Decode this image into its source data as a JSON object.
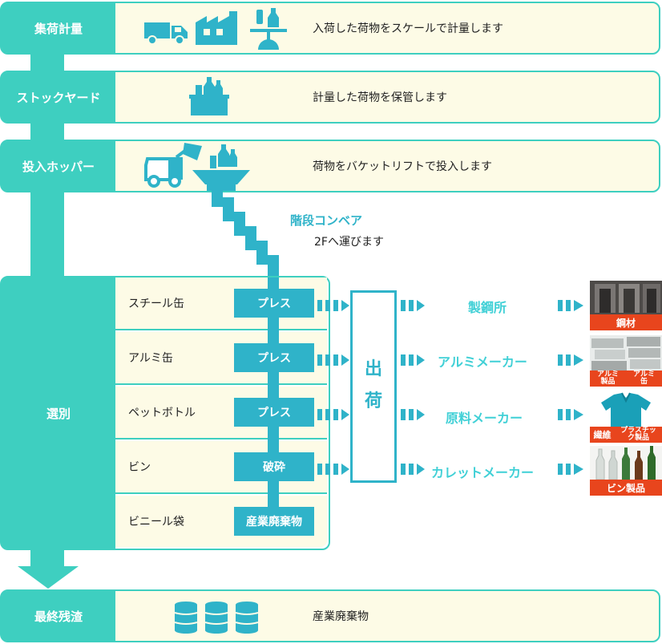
{
  "stages": [
    {
      "label": "集荷計量",
      "desc": "入荷した荷物をスケールで計量します"
    },
    {
      "label": "ストックヤード",
      "desc": "計量した荷物を保管します"
    },
    {
      "label": "投入ホッパー",
      "desc": "荷物をバケットリフトで投入します"
    }
  ],
  "conveyor": {
    "title": "階段コンベア",
    "subtitle": "2Fへ運びます"
  },
  "sorting": {
    "label": "選別",
    "rows": [
      {
        "material": "スチール缶",
        "process": "プレス"
      },
      {
        "material": "アルミ缶",
        "process": "プレス"
      },
      {
        "material": "ペットボトル",
        "process": "プレス"
      },
      {
        "material": "ビン",
        "process": "破砕"
      },
      {
        "material": "ビニール袋",
        "process": "産業廃棄物"
      }
    ]
  },
  "shipping": {
    "label_top": "出",
    "label_bottom": "荷"
  },
  "destinations": [
    "製鋼所",
    "アルミメーカー",
    "原料メーカー",
    "カレットメーカー"
  ],
  "products": [
    {
      "labels": [
        "鋼材"
      ]
    },
    {
      "labels": [
        "アルミ製品",
        "アルミ缶"
      ]
    },
    {
      "labels": [
        "繊維",
        "プラスチック製品"
      ]
    },
    {
      "labels": [
        "ビン製品"
      ]
    }
  ],
  "final": {
    "label": "最終残渣",
    "desc": "産業廃棄物"
  },
  "colors": {
    "teal": "#3ecfc0",
    "blue": "#2fb3c9",
    "cream": "#fdfbe6",
    "red": "#e8451d"
  },
  "icons": [
    "truck-icon",
    "factory-icon",
    "scale-icon",
    "stock-bin-icon",
    "bucket-lift-icon",
    "hopper-icon",
    "drum-icon"
  ]
}
